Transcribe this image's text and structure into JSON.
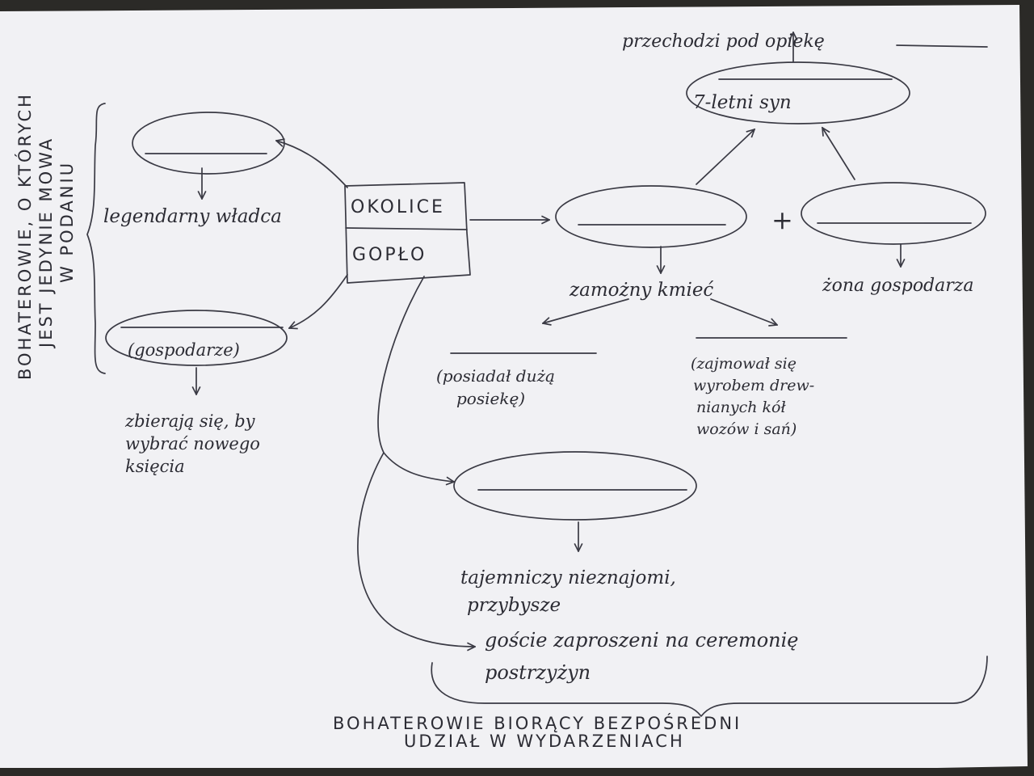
{
  "colors": {
    "paper": "#f1f1f4",
    "ink": "#3a3a44",
    "background": "#2b2a27"
  },
  "center": {
    "line1": "OKOLICE",
    "line2": "GOPŁO"
  },
  "left_caption": {
    "line1": "BOHATEROWIE, O KTÓRYCH",
    "line2": "JEST JEDYNIE MOWA",
    "line3": "W PODANIU"
  },
  "left_top": {
    "note": "legendarny władca"
  },
  "left_bottom": {
    "oval_text": "(gospodarze)",
    "note_line1": "zbierają się, by",
    "note_line2": "wybrać nowego",
    "note_line3": "księcia"
  },
  "right_main": {
    "note": "zamożny kmieć",
    "left_note_line1": "(posiadał dużą",
    "left_note_line2": "posiekę)",
    "right_note_line1": "(zajmował się",
    "right_note_line2": "wyrobem drew-",
    "right_note_line3": "nianych kół",
    "right_note_line4": "wozów i sań)"
  },
  "plus_sign": "+",
  "wife": {
    "note": "żona gospodarza"
  },
  "son": {
    "oval_text": "7-letni syn",
    "care_text": "przechodzi pod opiekę"
  },
  "stranger": {
    "note_line1": "tajemniczy nieznajomi,",
    "note_line2": "przybysze"
  },
  "guests": {
    "line1": "goście zaproszeni na ceremonię",
    "line2": "postrzyżyn"
  },
  "bottom_caption": {
    "line1": "BOHATEROWIE   BIORĄCY   BEZPOŚREDNI",
    "line2": "UDZIAŁ   W   WYDARZENIACH"
  }
}
